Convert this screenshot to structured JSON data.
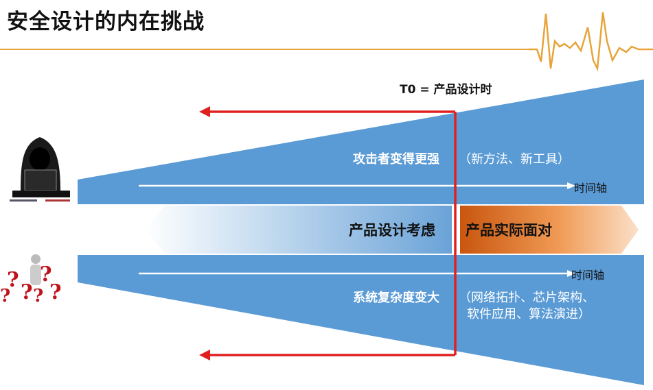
{
  "slide": {
    "title": "安全设计的内在挑战",
    "t0_label": "T0 = 产品设计时",
    "upper": {
      "label": "攻击者变得更强",
      "note": "（新方法、新工具）",
      "axis_label": "时间轴"
    },
    "middle": {
      "design_label": "产品设计考虑",
      "actual_label": "产品实际面对"
    },
    "lower": {
      "label": "系统复杂度变大",
      "note_line1": "（网络拓扑、芯片架构、",
      "note_line2": "软件应用、算法演进）",
      "axis_label": "时间轴"
    }
  },
  "colors": {
    "wedge_blue": "#5b9bd5",
    "accent_gold": "#e8a33a",
    "arrow_red": "#e02020",
    "band_orange": "#e87a2a"
  },
  "icons": [
    "hacker-icon",
    "question-marks-icon",
    "heartbeat-line-icon"
  ]
}
